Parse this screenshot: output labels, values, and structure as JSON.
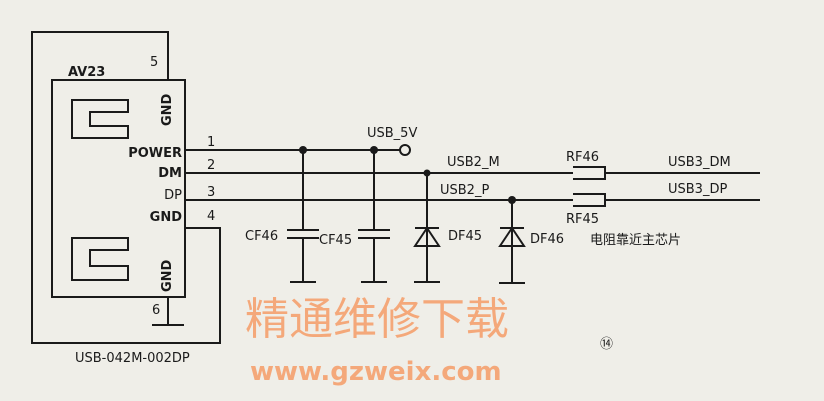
{
  "connector": {
    "ref": "AV23",
    "part": "USB-042M-002DP",
    "pins": [
      {
        "num": "1",
        "name": "POWER"
      },
      {
        "num": "2",
        "name": "DM"
      },
      {
        "num": "3",
        "name": "DP"
      },
      {
        "num": "4",
        "name": "GND"
      },
      {
        "num": "5",
        "name": "GND"
      },
      {
        "num": "6",
        "name": "GND"
      }
    ]
  },
  "nets": {
    "power": "USB_5V",
    "dm": "USB2_M",
    "dp": "USB2_P",
    "out_dm": "USB3_DM",
    "out_dp": "USB3_DP"
  },
  "components": {
    "cap1": "CF46",
    "cap2": "CF45",
    "diode1": "DF45",
    "diode2": "DF46",
    "res1": "RF46",
    "res2": "RF45"
  },
  "note": "电阻靠近主芯片",
  "figure_number": "⑭",
  "watermark": {
    "title": "精通维修下载",
    "url": "www.gzweix.com"
  }
}
